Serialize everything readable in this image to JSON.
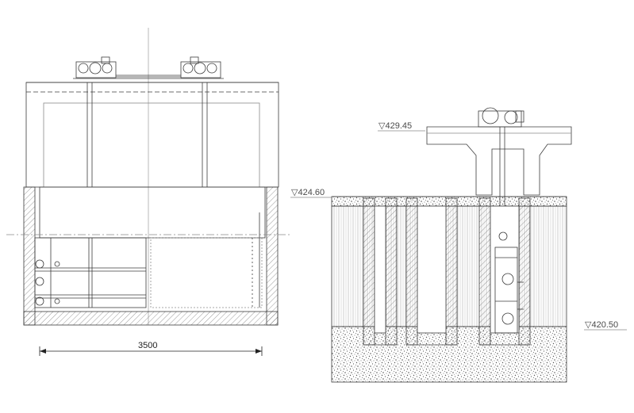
{
  "left_view": {
    "dimension_label": "3500"
  },
  "right_view": {
    "elevations": [
      {
        "id": "deck",
        "label": "▽429.45"
      },
      {
        "id": "ground",
        "label": "▽424.60"
      },
      {
        "id": "bottom",
        "label": "▽420.50"
      }
    ]
  },
  "colors": {
    "line": "#3c3c3c",
    "faint": "#8a8a8a",
    "hatch": "#6e6e6e"
  }
}
